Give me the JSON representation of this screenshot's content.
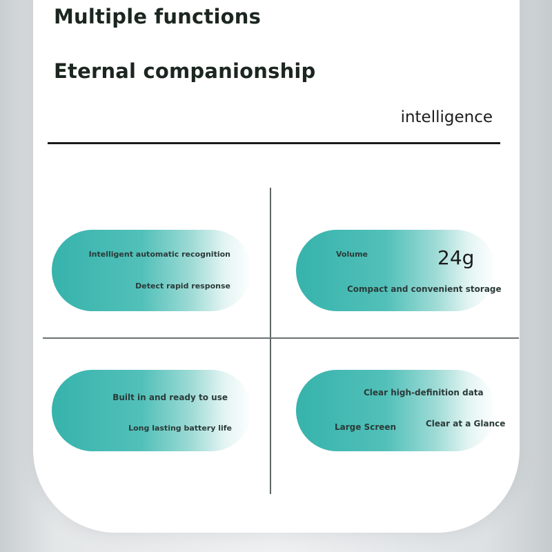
{
  "header": {
    "line1": "Multiple functions",
    "line2": "Eternal companionship",
    "subtitle": "intelligence"
  },
  "quadrants": {
    "top_left": {
      "line1": "Intelligent automatic recognition",
      "line2": "Detect rapid response"
    },
    "top_right": {
      "label": "Volume",
      "value": "24g",
      "caption": "Compact and convenient storage"
    },
    "bottom_left": {
      "line1": "Built in and ready to use",
      "line2": "Long lasting battery life"
    },
    "bottom_right": {
      "line1": "Clear high-definition data",
      "line2": "Large Screen",
      "line3": "Clear at a Glance"
    }
  },
  "colors": {
    "accent": "#36b3ac",
    "text": "#1c2620"
  }
}
